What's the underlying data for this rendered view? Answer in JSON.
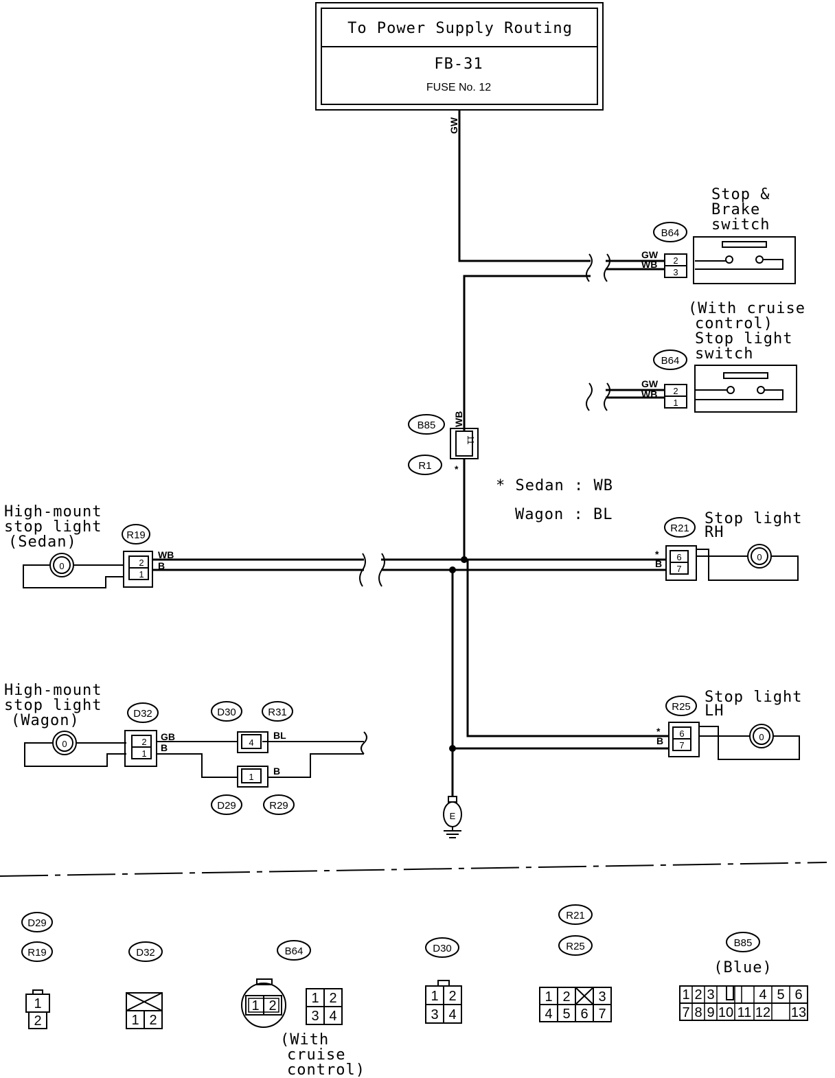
{
  "power_box": {
    "title": "To Power Supply Routing",
    "fuse_block": "FB-31",
    "fuse": "FUSE No. 12"
  },
  "wires": {
    "main_feed": "GW",
    "b85_wire": "WB",
    "star": "*",
    "sw1_gw": "GW",
    "sw1_wb": "WB",
    "sw2_gw": "GW",
    "sw2_wb": "WB",
    "r19_wb": "WB",
    "r19_b": "B",
    "r21_star": "*",
    "r21_b": "B",
    "r25_star": "*",
    "r25_b": "B",
    "d32_gb": "GB",
    "d32_b": "B",
    "d30_bl": "BL",
    "d29_b": "B"
  },
  "legend": {
    "sedan_line": "* Sedan : WB",
    "wagon_line": "Wagon : BL"
  },
  "components": {
    "stop_brake_switch": [
      "Stop &",
      "Brake",
      "switch"
    ],
    "stop_light_switch": [
      "(With cruise",
      "control)",
      "Stop light",
      "switch"
    ],
    "stop_light_rh": [
      "Stop light",
      "RH"
    ],
    "stop_light_lh": [
      "Stop light",
      "LH"
    ],
    "high_mount_sedan": [
      "High-mount",
      "stop light",
      "(Sedan)"
    ],
    "high_mount_wagon": [
      "High-mount",
      "stop light",
      "(Wagon)"
    ]
  },
  "connector_ids": {
    "b64_a": "B64",
    "b64_b": "B64",
    "b85": "B85",
    "r1": "R1",
    "r19": "R19",
    "r21": "R21",
    "r25": "R25",
    "d32": "D32",
    "d30": "D30",
    "r31": "R31",
    "d29": "D29",
    "r29": "R29",
    "ground": "E"
  },
  "pins": {
    "sw1": [
      "2",
      "3"
    ],
    "sw2": [
      "2",
      "1"
    ],
    "r19": [
      "2",
      "1"
    ],
    "r21": [
      "6",
      "7"
    ],
    "r25": [
      "6",
      "7"
    ],
    "d32": [
      "2",
      "1"
    ],
    "d30": "4",
    "d29": "1",
    "b85": "11",
    "bulb": "0"
  },
  "connector_legend": {
    "g1_ids": [
      "D29",
      "R19"
    ],
    "g1_pins": [
      "1",
      "2"
    ],
    "g2_id": "D32",
    "g2_pins": [
      "1",
      "2"
    ],
    "g3_id": "B64",
    "g3_round_pins": [
      "1",
      "2"
    ],
    "g3_sq_pins": [
      "1",
      "2",
      "3",
      "4"
    ],
    "g3_note": [
      "(With",
      "cruise",
      "control)"
    ],
    "g4_id": "D30",
    "g4_pins": [
      "1",
      "2",
      "3",
      "4"
    ],
    "g5_ids": [
      "R21",
      "R25"
    ],
    "g5_pins": [
      "1",
      "2",
      "3",
      "4",
      "5",
      "6",
      "7"
    ],
    "g6_id": "B85",
    "g6_note": "(Blue)",
    "g6_pins": [
      "1",
      "2",
      "3",
      "4",
      "5",
      "6",
      "7",
      "8",
      "9",
      "10",
      "11",
      "12",
      "13"
    ]
  }
}
